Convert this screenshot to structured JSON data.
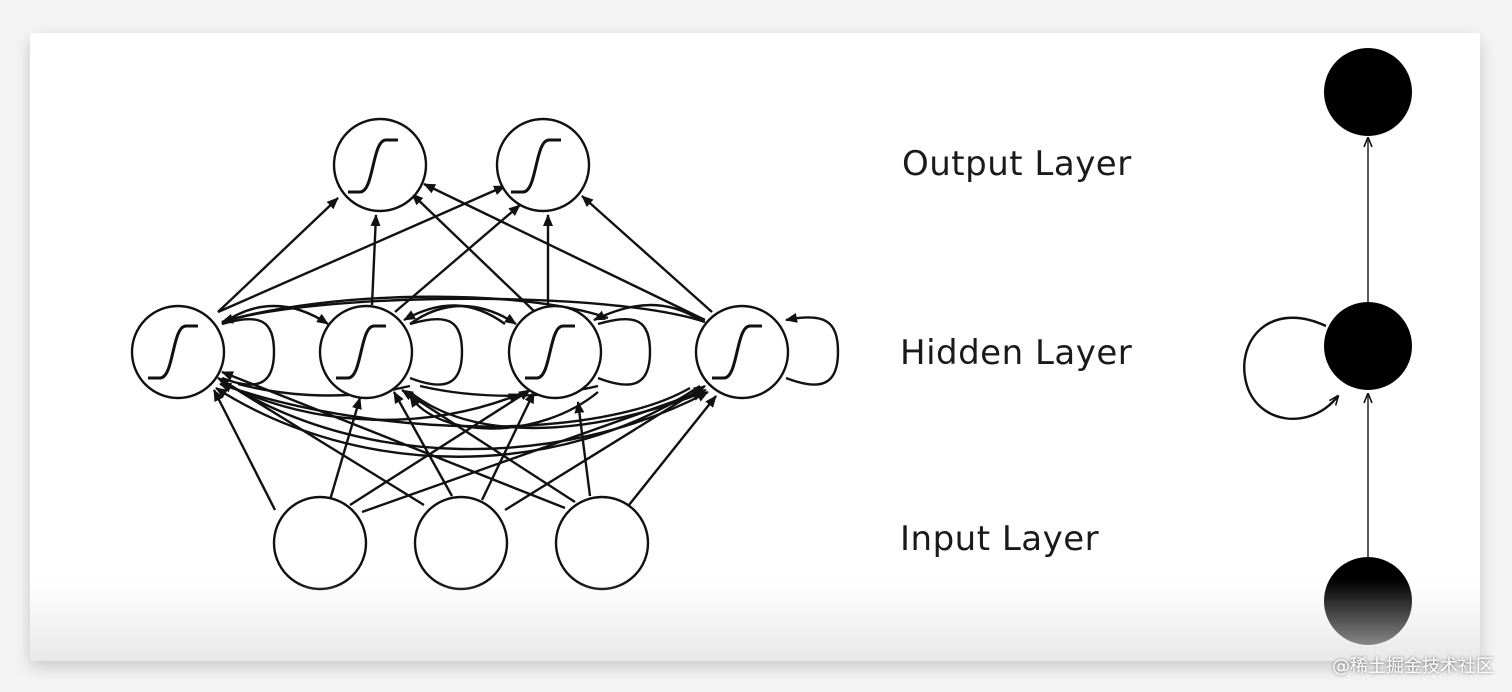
{
  "labels": {
    "output": "Output Layer",
    "hidden": "Hidden Layer",
    "input": "Input Layer"
  },
  "watermark": "@稀土掘金技术社区",
  "colors": {
    "stroke": "#111111",
    "node_fill": "#ffffff",
    "solid_node": "#000000"
  }
}
